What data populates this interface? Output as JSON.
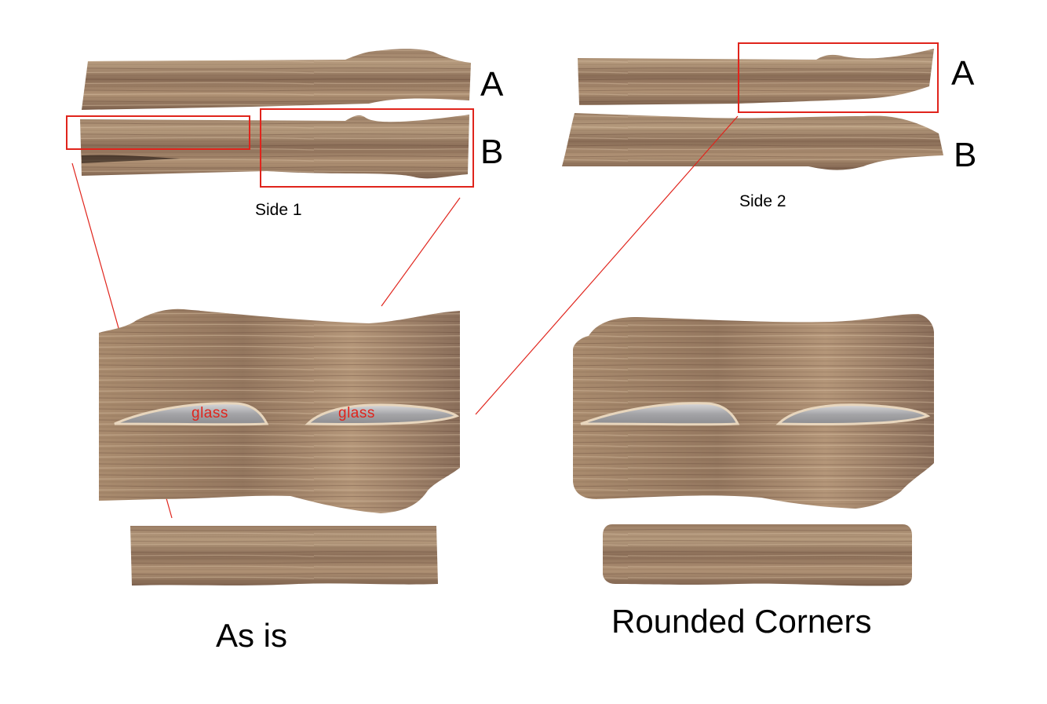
{
  "colors": {
    "wood_light": "#b89a7a",
    "wood_mid": "#8d7058",
    "wood_dark": "#5a4031",
    "highlight_box": "#e0241c",
    "glass": "#a9a9ab"
  },
  "top_left": {
    "label_a": "A",
    "label_b": "B",
    "caption": "Side 1"
  },
  "top_right": {
    "label_a": "A",
    "label_b": "B",
    "caption": "Side 2"
  },
  "bottom_left": {
    "glass_label_1": "glass",
    "glass_label_2": "glass",
    "caption": "As is"
  },
  "bottom_right": {
    "caption": "Rounded Corners"
  }
}
